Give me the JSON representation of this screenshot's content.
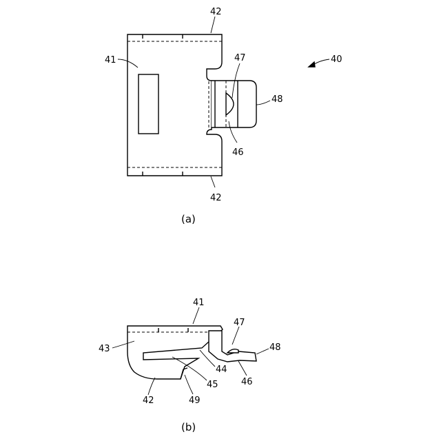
{
  "figure_a": {
    "caption": "(a)",
    "labels": {
      "ref_40": "40",
      "ref_41": "41",
      "ref_42_top": "42",
      "ref_42_bottom": "42",
      "ref_46": "46",
      "ref_47": "47",
      "ref_48": "48"
    }
  },
  "figure_b": {
    "caption": "(b)",
    "labels": {
      "ref_41": "41",
      "ref_42": "42",
      "ref_43": "43",
      "ref_44": "44",
      "ref_45": "45",
      "ref_46": "46",
      "ref_47": "47",
      "ref_48": "48",
      "ref_49": "49"
    }
  }
}
